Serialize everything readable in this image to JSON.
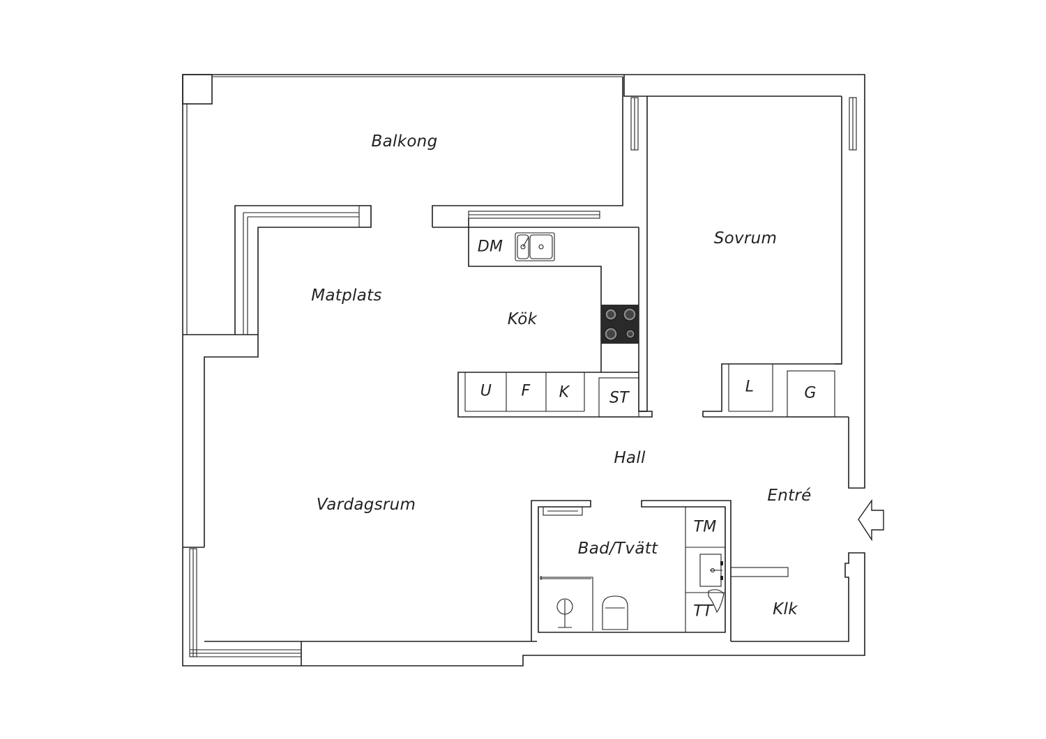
{
  "plan": {
    "rooms": {
      "balkong": "Balkong",
      "matplats": "Matplats",
      "kok": "Kök",
      "sovrum": "Sovrum",
      "vardagsrum": "Vardagsrum",
      "hall": "Hall",
      "entre": "Entré",
      "bad_tvatt": "Bad/Tvätt",
      "klk": "Klk"
    },
    "fixtures": {
      "dm": "DM",
      "u": "U",
      "f": "F",
      "k": "K",
      "st": "ST",
      "l": "L",
      "g": "G",
      "tm": "TM",
      "tt": "TT"
    },
    "icons": [
      "sink-icon",
      "stove-icon",
      "shower-icon",
      "toilet-icon",
      "washbasin-icon",
      "entrance-arrow-icon"
    ],
    "colors": {
      "lines": "#1e1e1e",
      "background": "#ffffff",
      "stove": "#2a2a2a"
    }
  }
}
